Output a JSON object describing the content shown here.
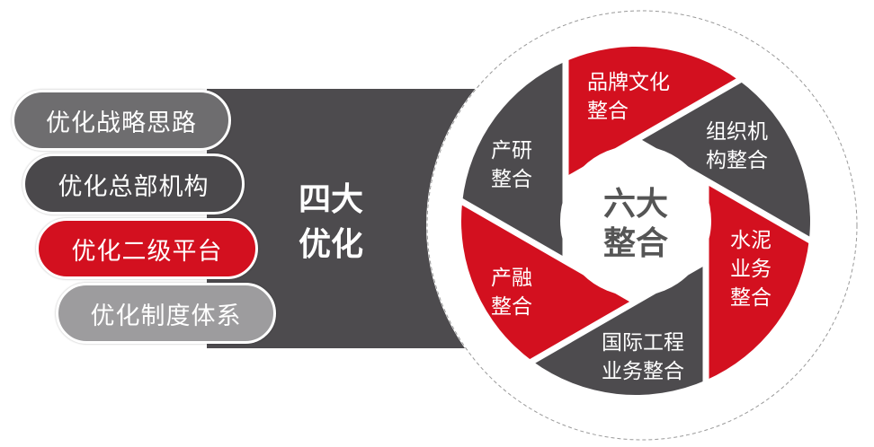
{
  "left": {
    "title_lines": [
      "四大",
      "优化"
    ],
    "items": [
      {
        "label": "优化战略思路",
        "color": "#6e6d6f"
      },
      {
        "label": "优化总部机构",
        "color": "#4a484b"
      },
      {
        "label": "优化二级平台",
        "color": "#d3101f"
      },
      {
        "label": "优化制度体系",
        "color": "#9d9c9e"
      }
    ],
    "band_color": "#4d4b4e"
  },
  "wheel": {
    "center_lines": [
      "六大",
      "整合"
    ],
    "blades": [
      {
        "lines": [
          "品牌文化",
          "整合"
        ],
        "color": "#d3101f"
      },
      {
        "lines": [
          "组织机",
          "构整合"
        ],
        "color": "#4d4b4e"
      },
      {
        "lines": [
          "水泥",
          "业务",
          "整合"
        ],
        "color": "#d3101f"
      },
      {
        "lines": [
          "国际工程",
          "业务整合"
        ],
        "color": "#4d4b4e"
      },
      {
        "lines": [
          "产融",
          "整合"
        ],
        "color": "#d3101f"
      },
      {
        "lines": [
          "产研",
          "整合"
        ],
        "color": "#4d4b4e"
      }
    ]
  }
}
